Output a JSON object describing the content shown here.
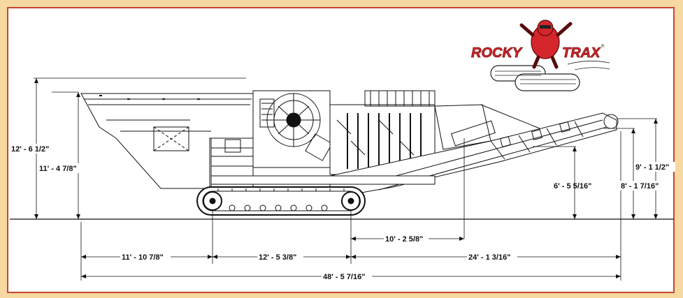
{
  "brand": {
    "logo_left": "ROCKY",
    "logo_right": "TRAX",
    "registered": "®",
    "colors": {
      "red": "#d4262b",
      "border": "#c8462f",
      "background": "#f6d9a0"
    }
  },
  "dimensions": {
    "overall_height": "12' - 6  1/2\"",
    "hopper_height": "11' - 4  7/8\"",
    "conveyor_height_max": "9' - 1  1/2\"",
    "conveyor_height_mid": "8' - 1  7/16\"",
    "conveyor_discharge_height": "6' - 5  5/16\"",
    "feed_to_track": "11' - 10  7/8\"",
    "track_length": "12' - 5  3/8\"",
    "track_to_discharge": "24' - 1  3/16\"",
    "track_to_magnet": "10' - 2  5/8\"",
    "overall_length": "48' - 5  7/16\""
  }
}
